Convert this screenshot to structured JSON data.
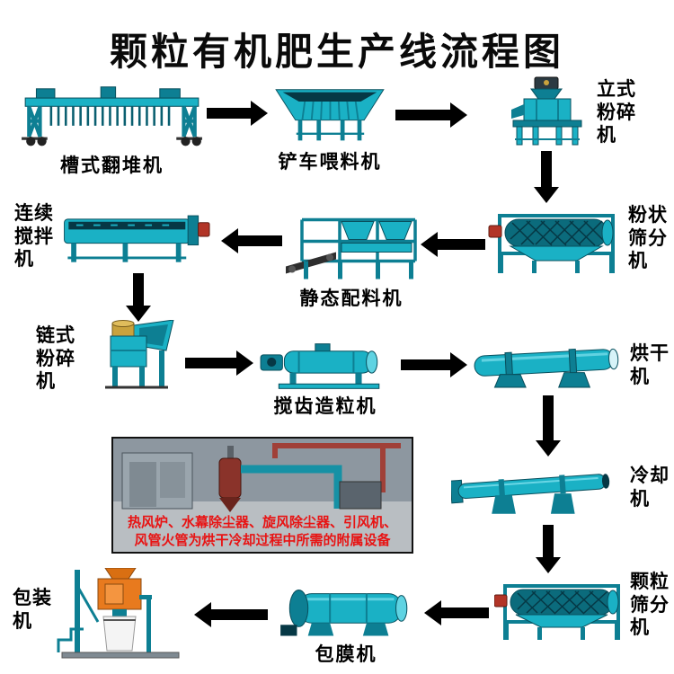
{
  "page": {
    "title": "颗粒有机肥生产线流程图"
  },
  "colors": {
    "machine_teal": "#1ab1c5",
    "machine_teal_dark": "#0d7f93",
    "arrow_black": "#000000",
    "caption_red": "#e81313",
    "packing_orange": "#e87a1e"
  },
  "machines": {
    "trough_turner": {
      "label": "槽式翻堆机"
    },
    "loader_feeder": {
      "label": "铲车喂料机"
    },
    "vertical_crusher": {
      "label": "立式粉碎机"
    },
    "powder_screener": {
      "label": "粉状筛分机"
    },
    "static_batcher": {
      "label": "静态配料机"
    },
    "continuous_mixer": {
      "label": "连续搅拌机"
    },
    "chain_crusher": {
      "label": "链式粉碎机"
    },
    "tooth_granulator": {
      "label": "搅齿造粒机"
    },
    "dryer": {
      "label": "烘干机"
    },
    "cooler": {
      "label": "冷却机"
    },
    "granule_screener": {
      "label": "颗粒筛分机"
    },
    "coating_machine": {
      "label": "包膜机"
    },
    "packing_machine": {
      "label": "包装机"
    }
  },
  "auxiliary_photo": {
    "caption_line1": "热风炉、水幕除尘器、旋风除尘器、引风机、",
    "caption_line2": "风管火管为烘干冷却过程中所需的附属设备"
  },
  "flow_sequence": [
    "槽式翻堆机",
    "铲车喂料机",
    "立式粉碎机",
    "粉状筛分机",
    "静态配料机",
    "连续搅拌机",
    "链式粉碎机",
    "搅齿造粒机",
    "烘干机",
    "冷却机",
    "颗粒筛分机",
    "包膜机",
    "包装机"
  ]
}
